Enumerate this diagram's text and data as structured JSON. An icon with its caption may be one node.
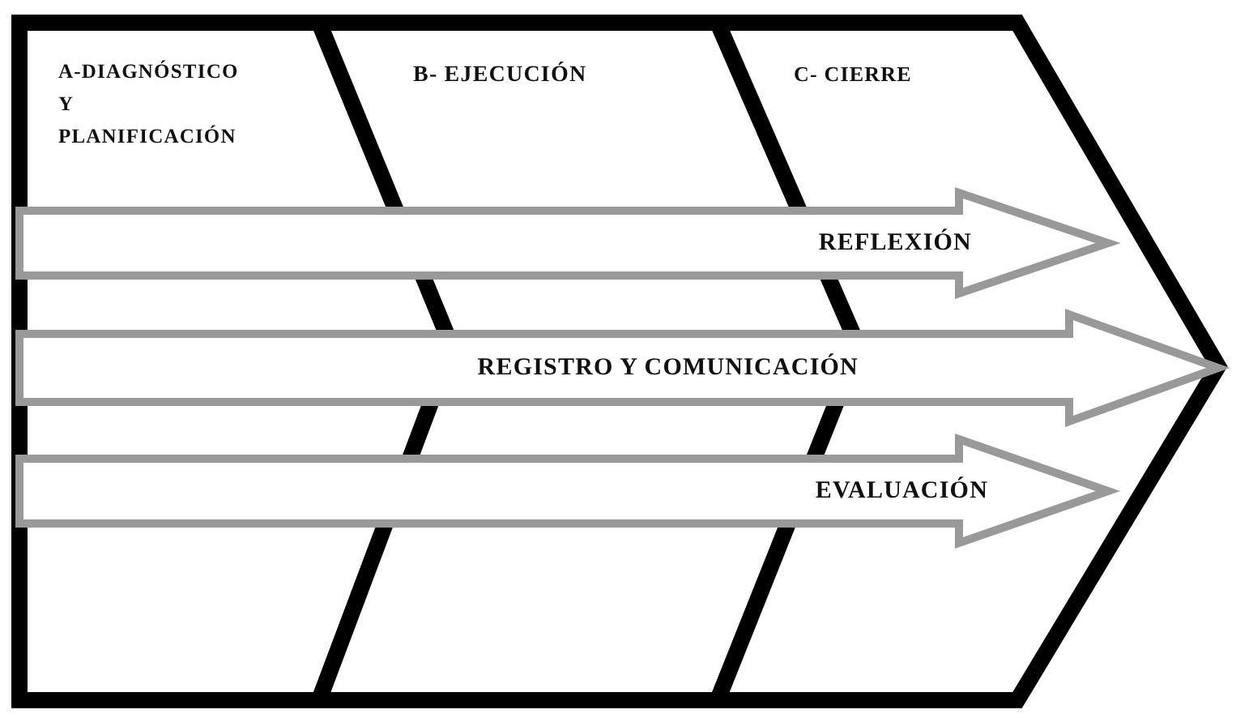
{
  "diagram": {
    "nodes": [
      {
        "text": [
          "A-DIAGNÓSTICO Y PLANIFICACIÓN"
        ]
      },
      {
        "text": [
          "B- EJECUCIÓN"
        ]
      },
      {
        "text": [
          "C- CIERRE"
        ]
      },
      {
        "text": [
          "REFLEXIÓN"
        ]
      },
      {
        "text": [
          "REGISTRO Y COMUNICACIÓN"
        ]
      },
      {
        "text": [
          "EVALUACIÓN"
        ]
      }
    ]
  }
}
